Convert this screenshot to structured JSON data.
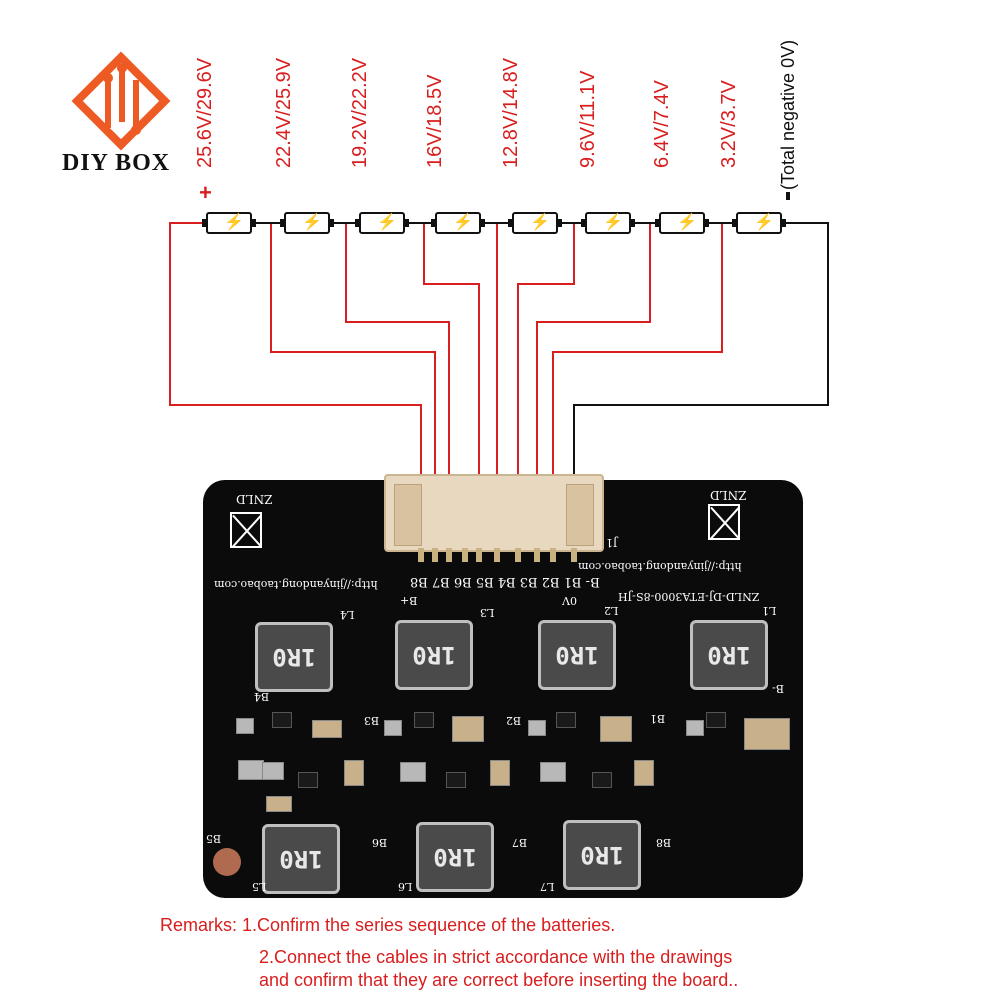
{
  "logo": {
    "text": "DIY BOX",
    "accent": "#ee5a24"
  },
  "voltages": [
    "25.6V/29.6V",
    "22.4V/25.9V",
    "19.2V/22.2V",
    "16V/18.5V",
    "12.8V/14.8V",
    "9.6V/11.1V",
    "6.4V/7.4V",
    "3.2V/3.7V"
  ],
  "negative_label": "(Total negative 0V)",
  "plus_sign": "+",
  "board": {
    "model": "ZNLD-DJ-ETA3000-8S-JH",
    "url": "http://jinyandong.taobao.com",
    "brand": "ZNLD",
    "pin_labels": "B- B1 B2 B3 B4 B5 B6 B7 B8",
    "bplus": "B+",
    "zero_v": "0V",
    "bminus": "B-",
    "inductor_text": "1R0",
    "cell_labels": [
      "B1",
      "B2",
      "B3",
      "B4",
      "B5",
      "B6",
      "B7",
      "B8"
    ],
    "inductor_labels": [
      "L1",
      "L2",
      "L3",
      "L4",
      "L5",
      "L6",
      "L7"
    ],
    "j1": "J1"
  },
  "remarks": {
    "line1": "Remarks: 1.Confirm the series sequence of the batteries.",
    "line2": "2.Connect the cables in strict accordance with the drawings",
    "line3": "and confirm that they are correct before inserting the board.."
  },
  "colors": {
    "wire_red": "#d81e1e",
    "wire_black": "#111111",
    "pcb": "#0b0b0b"
  }
}
